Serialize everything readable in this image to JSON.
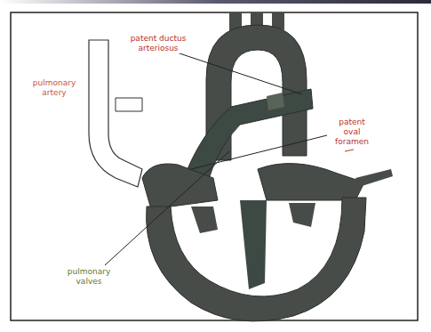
{
  "diagram": {
    "labels": [
      "patent ductus arteriosus",
      "pulmonary artery",
      "patent oval foramen",
      "pulmonary valves"
    ]
  }
}
